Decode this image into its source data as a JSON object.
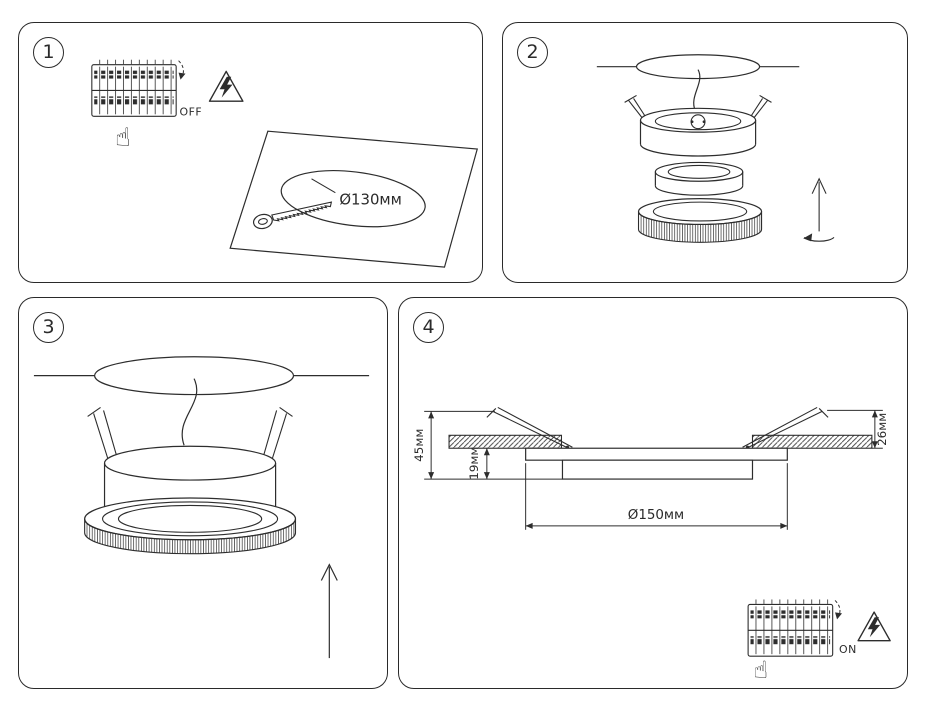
{
  "document": {
    "background": "#ffffff",
    "line_color": "#2d2d2d"
  },
  "steps": [
    {
      "number": "1",
      "labels": {
        "breaker_state": "OFF",
        "hole_diameter": "Ø130мм"
      }
    },
    {
      "number": "2",
      "labels": {}
    },
    {
      "number": "3",
      "labels": {}
    },
    {
      "number": "4",
      "labels": {
        "breaker_state": "ON",
        "total_height": "45мм",
        "recess_depth": "19мм",
        "clearance_height": "26мм",
        "trim_diameter": "Ø150мм"
      }
    }
  ],
  "icons": {
    "hand_glyph": "☝",
    "warning_symbol": "electric-shock-warning-triangle",
    "breaker_symbol": "circuit-breaker-strip"
  }
}
